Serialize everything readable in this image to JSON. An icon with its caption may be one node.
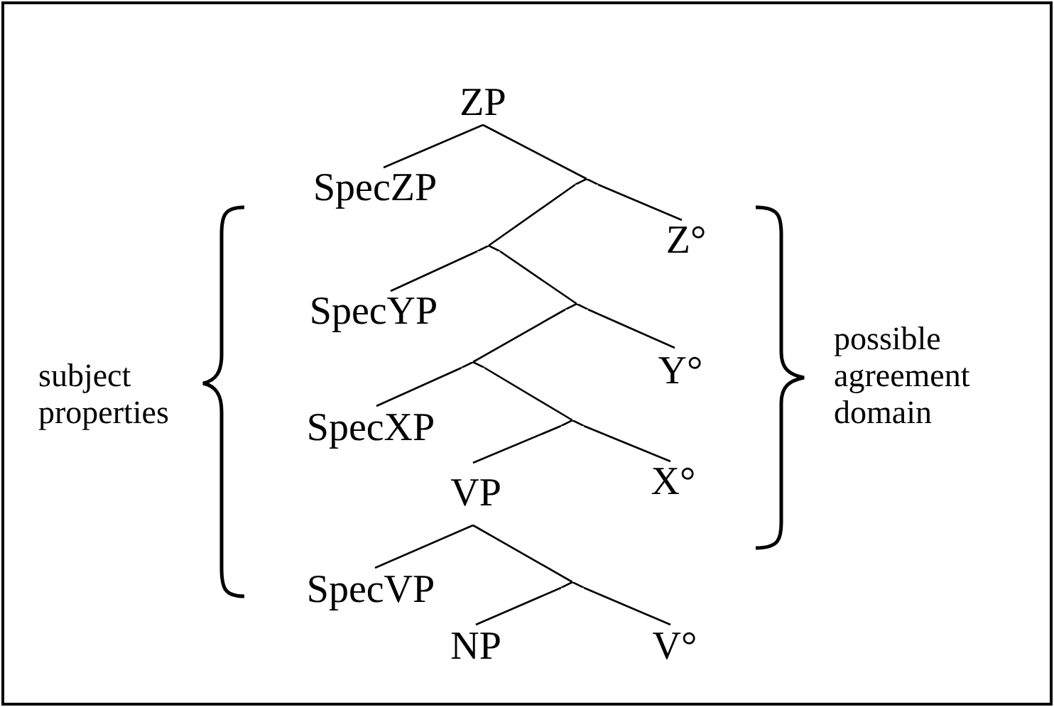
{
  "diagram": {
    "nodes": [
      {
        "text": [
          "ZP"
        ]
      },
      {
        "text": [
          "SpecZP"
        ]
      },
      {
        "text": [],
        "shape": "point"
      },
      {
        "text": [],
        "shape": "point"
      },
      {
        "text": [
          "Z°"
        ]
      },
      {
        "text": [
          "SpecYP"
        ]
      },
      {
        "text": [],
        "shape": "point"
      },
      {
        "text": [],
        "shape": "point"
      },
      {
        "text": [
          "Y°"
        ]
      },
      {
        "text": [
          "SpecXP"
        ]
      },
      {
        "text": [],
        "shape": "point"
      },
      {
        "text": [
          "X°"
        ]
      },
      {
        "text": [
          "VP"
        ]
      },
      {
        "text": [
          "SpecVP"
        ]
      },
      {
        "text": [],
        "shape": "point"
      },
      {
        "text": [
          "NP"
        ]
      },
      {
        "text": [
          "V°"
        ]
      }
    ],
    "edges": [
      {
        "from": 0,
        "to": 1,
        "arrow": "none"
      },
      {
        "from": 0,
        "to": 2,
        "arrow": "none"
      },
      {
        "from": 2,
        "to": 3,
        "arrow": "none"
      },
      {
        "from": 2,
        "to": 4,
        "arrow": "none"
      },
      {
        "from": 3,
        "to": 5,
        "arrow": "none"
      },
      {
        "from": 3,
        "to": 6,
        "arrow": "none"
      },
      {
        "from": 6,
        "to": 7,
        "arrow": "none"
      },
      {
        "from": 6,
        "to": 8,
        "arrow": "none"
      },
      {
        "from": 7,
        "to": 9,
        "arrow": "none"
      },
      {
        "from": 7,
        "to": 10,
        "arrow": "none"
      },
      {
        "from": 10,
        "to": 12,
        "arrow": "none"
      },
      {
        "from": 10,
        "to": 11,
        "arrow": "none"
      },
      {
        "from": 12,
        "to": 13,
        "arrow": "none"
      },
      {
        "from": 12,
        "to": 14,
        "arrow": "none"
      },
      {
        "from": 14,
        "to": 15,
        "arrow": "none"
      },
      {
        "from": 14,
        "to": 16,
        "arrow": "none"
      }
    ],
    "labels": [
      "subject properties",
      "possible agreement domain"
    ]
  }
}
